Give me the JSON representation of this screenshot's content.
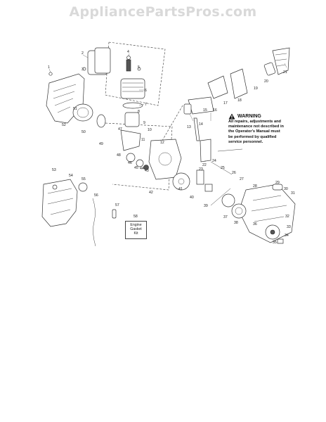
{
  "watermark": "AppliancePartsPros.com",
  "warning": {
    "title": "WARNING",
    "lines": [
      "All repairs, adjustments and",
      "maintenance not described in",
      "the Operator's Manual must",
      "be performed by qualified",
      "service personnel."
    ]
  },
  "gasket_kit": {
    "number": "58",
    "lines": [
      "Engine",
      "Gasket",
      "Kit"
    ]
  },
  "callouts": [
    "1",
    "2",
    "3",
    "4",
    "5",
    "6",
    "7",
    "8",
    "9",
    "10",
    "11",
    "12",
    "13",
    "14",
    "15",
    "16",
    "17",
    "18",
    "19",
    "20",
    "21",
    "22",
    "23",
    "24",
    "25",
    "26",
    "27",
    "28",
    "29",
    "30",
    "31",
    "32",
    "33",
    "34",
    "35",
    "36",
    "37",
    "38",
    "39",
    "40",
    "41",
    "42",
    "43",
    "44",
    "45",
    "46",
    "47",
    "48",
    "49",
    "50",
    "51",
    "52",
    "53",
    "54",
    "55",
    "56",
    "57"
  ]
}
